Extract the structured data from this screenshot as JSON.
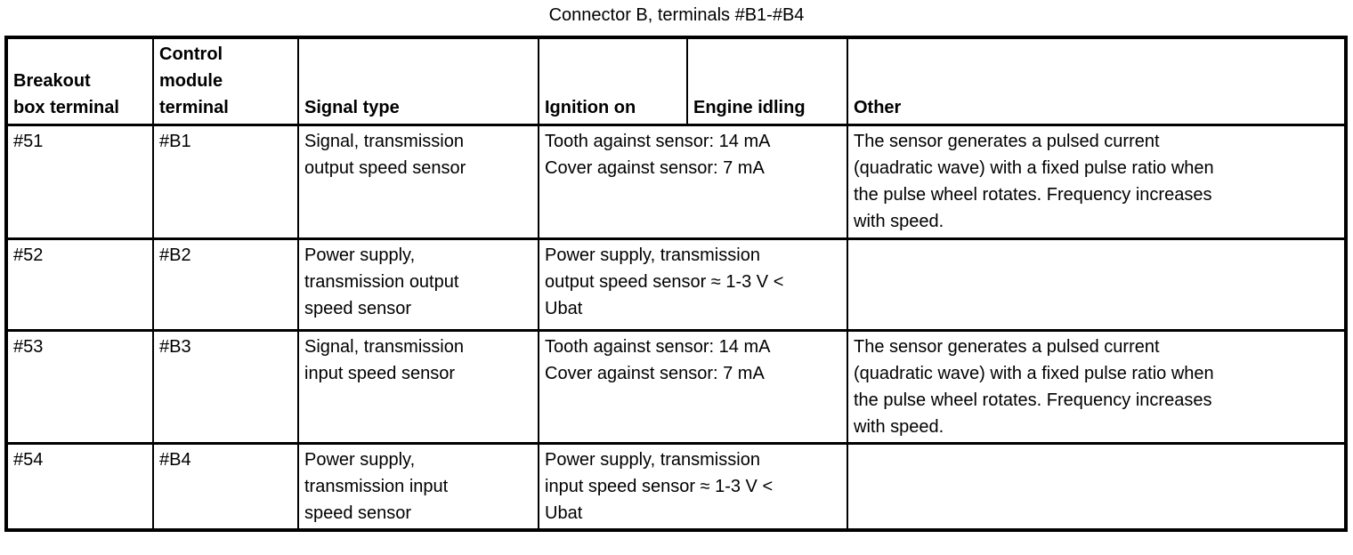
{
  "title": "Connector B, terminals #B1-#B4",
  "colors": {
    "background": "#ffffff",
    "text": "#000000",
    "border": "#000000"
  },
  "table": {
    "columns": [
      "Breakout\nbox terminal",
      "Control\nmodule\nterminal",
      "Signal type",
      "Ignition on",
      "Engine idling",
      "Other"
    ],
    "rows": [
      {
        "breakout_box_terminal": "#51",
        "control_module_terminal": "#B1",
        "signal_type": "Signal, transmission\noutput speed sensor",
        "ignition_on_engine_idling": "Tooth against sensor: 14 mA\nCover against sensor: 7 mA",
        "other": "The sensor generates a pulsed current\n(quadratic wave) with a fixed pulse ratio when\nthe pulse wheel rotates. Frequency increases\nwith speed."
      },
      {
        "breakout_box_terminal": "#52",
        "control_module_terminal": "#B2",
        "signal_type": "Power supply,\ntransmission output\nspeed sensor",
        "ignition_on_engine_idling": "Power supply, transmission\noutput speed sensor ≈ 1-3 V <\nUbat",
        "other": ""
      },
      {
        "breakout_box_terminal": "#53",
        "control_module_terminal": "#B3",
        "signal_type": "Signal, transmission\ninput speed sensor",
        "ignition_on_engine_idling": "Tooth against sensor: 14 mA\nCover against sensor: 7 mA",
        "other": "The sensor generates a pulsed current\n(quadratic wave) with a fixed pulse ratio when\nthe pulse wheel rotates. Frequency increases\nwith speed."
      },
      {
        "breakout_box_terminal": "#54",
        "control_module_terminal": "#B4",
        "signal_type": "Power supply,\ntransmission input\nspeed sensor",
        "ignition_on_engine_idling": "Power supply, transmission\ninput speed sensor ≈ 1-3 V <\nUbat",
        "other": ""
      }
    ]
  }
}
